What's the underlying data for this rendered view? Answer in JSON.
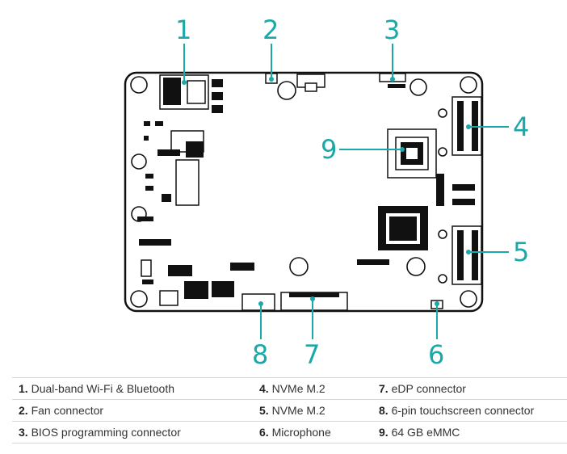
{
  "callouts": {
    "n1": "1",
    "n2": "2",
    "n3": "3",
    "n4": "4",
    "n5": "5",
    "n6": "6",
    "n7": "7",
    "n8": "8",
    "n9": "9"
  },
  "legend": {
    "rows": [
      [
        {
          "num": "1.",
          "label": "Dual-band Wi-Fi & Bluetooth"
        },
        {
          "num": "4.",
          "label": "NVMe M.2"
        },
        {
          "num": "7.",
          "label": "eDP connector"
        }
      ],
      [
        {
          "num": "2.",
          "label": "Fan connector"
        },
        {
          "num": "5.",
          "label": "NVMe M.2"
        },
        {
          "num": "8.",
          "label": "6-pin touchscreen connector"
        }
      ],
      [
        {
          "num": "3.",
          "label": "BIOS programming connector"
        },
        {
          "num": "6.",
          "label": "Microphone"
        },
        {
          "num": "9.",
          "label": "64 GB eMMC"
        }
      ]
    ]
  },
  "colors": {
    "accent": "#1aa8a8",
    "outline": "#111111",
    "text": "#333333",
    "rule": "#d6d6d6"
  }
}
